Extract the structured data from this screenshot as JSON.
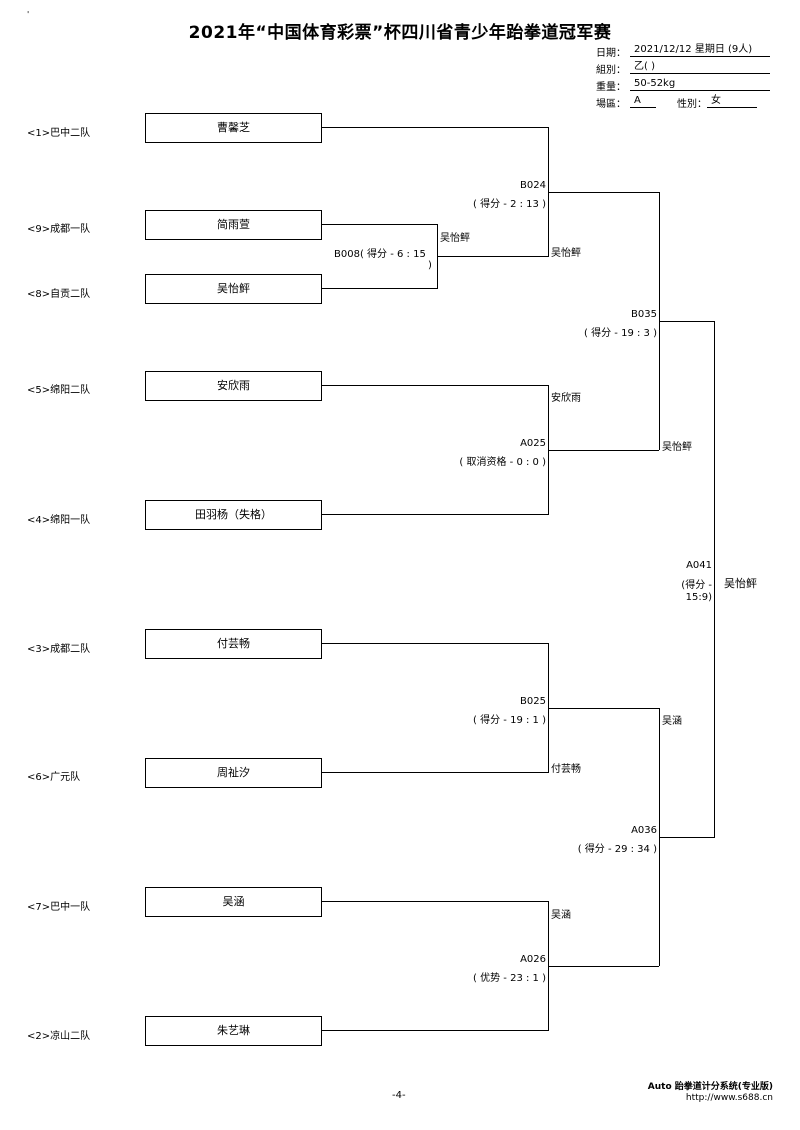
{
  "title": "2021年“中国体育彩票”杯四川省青少年跆拳道冠军赛",
  "corner_mark": "'",
  "info": {
    "date_label": "日期：",
    "date_value": "2021/12/12 星期日 (9人)",
    "group_label": "組別：",
    "group_value": "乙( )",
    "weight_label": "重量：",
    "weight_value": "50-52kg",
    "court_label": "場區：",
    "court_value": "A",
    "gender_label": "性別：",
    "gender_value": "女"
  },
  "entrants": [
    {
      "seed": "<1>巴中二队",
      "name": "曹馨芝"
    },
    {
      "seed": "<9>成都一队",
      "name": "简雨萱"
    },
    {
      "seed": "<8>自贡二队",
      "name": "吴怡鲆"
    },
    {
      "seed": "<5>绵阳二队",
      "name": "安欣雨"
    },
    {
      "seed": "<4>绵阳一队",
      "name": "田羽杨（失格）"
    },
    {
      "seed": "<3>成都二队",
      "name": "付芸畅"
    },
    {
      "seed": "<6>广元队",
      "name": "周祉汐"
    },
    {
      "seed": "<7>巴中一队",
      "name": "吴涵"
    },
    {
      "seed": "<2>凉山二队",
      "name": "朱艺琳"
    }
  ],
  "matches": {
    "b008": {
      "id_score": "B008( 得分 - 6 : 15",
      "close": ")",
      "winner": "吴怡鲆"
    },
    "b024": {
      "id": "B024",
      "score": "( 得分 - 2 : 13 )",
      "winner": "吴怡鲆"
    },
    "a025": {
      "id": "A025",
      "score": "( 取消资格 - 0 : 0 )",
      "winner": "安欣雨"
    },
    "b035": {
      "id": "B035",
      "score": "( 得分 - 19 : 3 )",
      "winner": "吴怡鲆"
    },
    "b025": {
      "id": "B025",
      "score": "( 得分 - 19 : 1 )",
      "winner": "付芸畅"
    },
    "a026": {
      "id": "A026",
      "score": "( 优势 - 23 : 1 )",
      "winner": "吴涵"
    },
    "a036": {
      "id": "A036",
      "score": "( 得分 - 29 : 34 )",
      "winner": "吴涵"
    },
    "a041": {
      "id": "A041",
      "score_1": "(得分 -",
      "score_2": "15:9)",
      "winner": "吴怡鲆"
    }
  },
  "footer": {
    "page": "-4-",
    "software": "Auto 跆拳道计分系统(专业版)",
    "url": "http://www.s688.cn"
  }
}
